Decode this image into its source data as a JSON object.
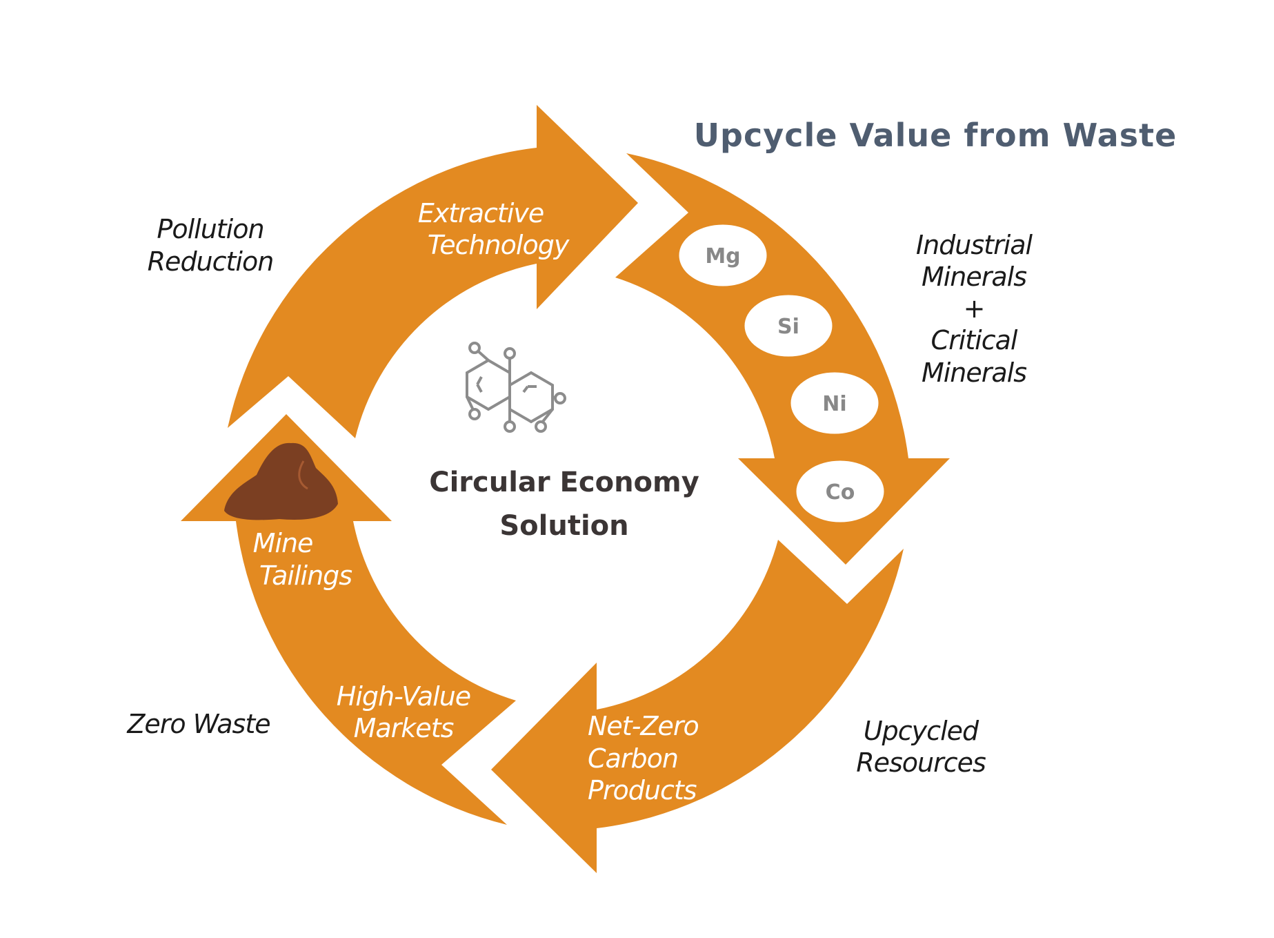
{
  "title": "Upcycle Value from Waste",
  "center": {
    "line1": "Circular Economy",
    "line2": "Solution"
  },
  "stages": {
    "extractive": [
      "Extractive",
      "Technology"
    ],
    "mine": [
      "Mine",
      "Tailings"
    ],
    "high_value": [
      "High-Value",
      "Markets"
    ],
    "net_zero": [
      "Net-Zero",
      "Carbon",
      "Products"
    ]
  },
  "benefits": {
    "pollution": [
      "Pollution",
      "Reduction"
    ],
    "zero_waste": [
      "Zero Waste"
    ],
    "upcycled": [
      "Upcycled",
      "Resources"
    ],
    "minerals": [
      "Industrial",
      "Minerals",
      "+",
      "Critical",
      "Minerals"
    ]
  },
  "elements": [
    "Mg",
    "Si",
    "Ni",
    "Co"
  ],
  "colors": {
    "arrow": "#e38a21",
    "title": "#4f5d70",
    "dark_text": "#3b3535",
    "oval_fill": "#ffffff",
    "oval_text": "#888888",
    "tailings": "#7b3f22",
    "icon": "#8c8c8c"
  },
  "icons": [
    "molecule-icon",
    "tailings-pile-icon"
  ]
}
